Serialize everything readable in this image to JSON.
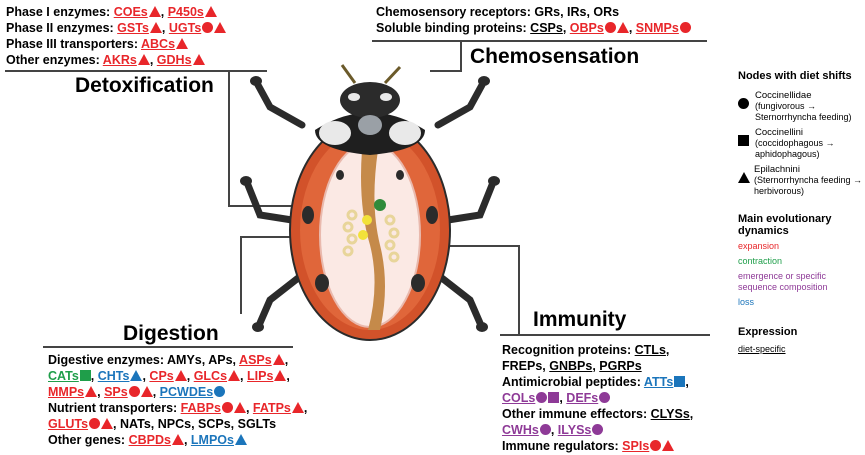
{
  "detox": {
    "title": "Detoxification",
    "phase1": "Phase I enzymes: ",
    "phase1_a": "COEs",
    "phase1_b": "P450s",
    "phase2": "Phase II enzymes: ",
    "phase2_a": "GSTs",
    "phase2_b": "UGTs",
    "phase3": "Phase III transporters: ",
    "phase3_a": "ABCs",
    "other": "Other enzymes: ",
    "other_a": "AKRs",
    "other_b": "GDHs"
  },
  "chemo": {
    "title": "Chemosensation",
    "receptors": "Chemosensory receptors: GRs, IRs, ORs",
    "sbp": "Soluble binding proteins: ",
    "csp": "CSPs",
    "obp": "OBPs",
    "snmp": "SNMPs"
  },
  "digestion": {
    "title": "Digestion",
    "enzymes": "Digestive enzymes: AMYs, APs, ",
    "asps": "ASPs",
    "cats": "CATs",
    "chts": "CHTs",
    "cps": "CPs",
    "glcs": "GLCs",
    "lips": "LIPs",
    "mmps": "MMPs",
    "sps": "SPs",
    "pcwdes": "PCWDEs",
    "transporters": "Nutrient transporters: ",
    "fabps": "FABPs",
    "fatps": "FATPs",
    "gluts": "GLUTs",
    "rest": "NATs, NPCs, SCPs, SGLTs",
    "other": "Other genes: ",
    "cbpds": "CBPDs",
    "lmpos": "LMPOs"
  },
  "immunity": {
    "title": "Immunity",
    "recog": "Recognition proteins: ",
    "ctls": "CTLs",
    "freps": "FREPs, ",
    "gnbps": "GNBPs",
    "pgrps": "PGRPs",
    "amp": "Antimicrobial peptides: ",
    "atts": "ATTs",
    "cols": "COLs",
    "defs": "DEFs",
    "effectors": "Other immune effectors: ",
    "clyss": "CLYSs",
    "cwhs": "CWHs",
    "ilyss": "ILYSs",
    "regulators": "Immune regulators: ",
    "spis": "SPIs"
  },
  "legend": {
    "nodes_title": "Nodes with diet shifts",
    "n1_name": "Coccinellidae",
    "n1_desc": "(fungivorous → Sternorrhyncha feeding)",
    "n2_name": "Coccinellini",
    "n2_desc": "(coccidophagous → aphidophagous)",
    "n3_name": "Epilachnini",
    "n3_desc": "(Sternorrhyncha feeding → herbivorous)",
    "dyn_title": "Main evolutionary dynamics",
    "expansion": "expansion",
    "contraction": "contraction",
    "emergence": "emergence or specific sequence composition",
    "loss": "loss",
    "expr_title": "Expression",
    "diet_specific": "diet-specific"
  },
  "colors": {
    "expansion": "#e8262a",
    "contraction": "#1f9e4a",
    "emergence": "#8e3a97",
    "loss": "#1b75bb",
    "elytra": "#d2522a"
  }
}
